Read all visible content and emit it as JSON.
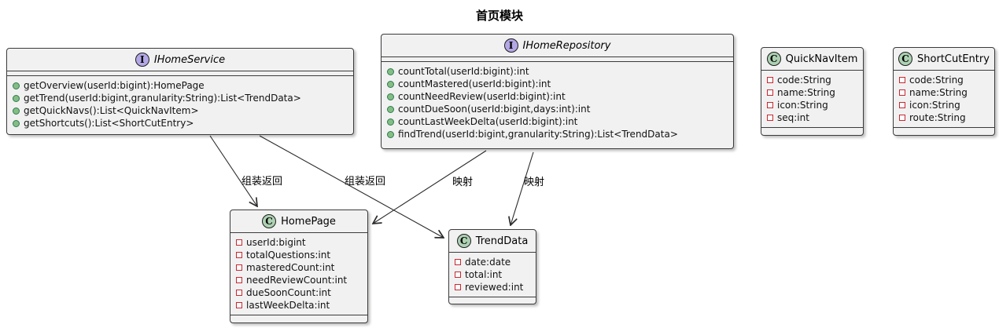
{
  "title": "首页模块",
  "classes": [
    {
      "name": "IHomeService",
      "kind": "interface",
      "spot": "I",
      "fields": [],
      "methods": [
        "getOverview(userId:bigint):HomePage",
        "getTrend(userId:bigint,granularity:String):List<TrendData>",
        "getQuickNavs():List<QuickNavItem>",
        "getShortcuts():List<ShortCutEntry>"
      ]
    },
    {
      "name": "IHomeRepository",
      "kind": "interface",
      "spot": "I",
      "fields": [],
      "methods": [
        "countTotal(userId:bigint):int",
        "countMastered(userId:bigint):int",
        "countNeedReview(userId:bigint):int",
        "countDueSoon(userId:bigint,days:int):int",
        "countLastWeekDelta(userId:bigint):int",
        "findTrend(userId:bigint,granularity:String):List<TrendData>"
      ]
    },
    {
      "name": "QuickNavItem",
      "kind": "class",
      "spot": "C",
      "fields": [
        "code:String",
        "name:String",
        "icon:String",
        "seq:int"
      ],
      "methods": []
    },
    {
      "name": "ShortCutEntry",
      "kind": "class",
      "spot": "C",
      "fields": [
        "code:String",
        "name:String",
        "icon:String",
        "route:String"
      ],
      "methods": []
    },
    {
      "name": "HomePage",
      "kind": "class",
      "spot": "C",
      "fields": [
        "userId:bigint",
        "totalQuestions:int",
        "masteredCount:int",
        "needReviewCount:int",
        "dueSoonCount:int",
        "lastWeekDelta:int"
      ],
      "methods": []
    },
    {
      "name": "TrendData",
      "kind": "class",
      "spot": "C",
      "fields": [
        "date:date",
        "total:int",
        "reviewed:int"
      ],
      "methods": []
    }
  ],
  "edges": [
    {
      "from": "IHomeService",
      "to": "HomePage",
      "label": "组装返回"
    },
    {
      "from": "IHomeService",
      "to": "TrendData",
      "label": "组装返回"
    },
    {
      "from": "IHomeRepository",
      "to": "HomePage",
      "label": "映射"
    },
    {
      "from": "IHomeRepository",
      "to": "TrendData",
      "label": "映射"
    }
  ],
  "colors": {
    "interface_spot": "#B4A7E5",
    "class_spot": "#ADD1B2",
    "box_fill": "#F1F1F2",
    "border": "#3b3b3b",
    "method_icon": "#84BE84",
    "field_icon_border": "#C82930"
  }
}
